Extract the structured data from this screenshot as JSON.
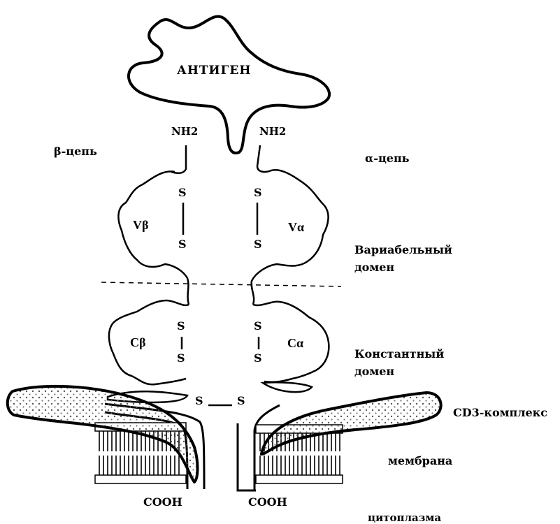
{
  "antigen": "АНТИГЕН",
  "nh2_left": "NH2",
  "nh2_right": "NH2",
  "beta_chain": "β-цепь",
  "alpha_chain": "α-цепь",
  "v_beta": "Vβ",
  "v_alpha": "Vα",
  "c_beta": "Cβ",
  "c_alpha": "Cα",
  "s_letter": "S",
  "variable_domain": [
    "Вариабельный",
    "домен"
  ],
  "constant_domain": [
    "Константный",
    "домен"
  ],
  "cd3_complex": "CD3-комплекс",
  "membrane": "мембрана",
  "cooh_left": "COOH",
  "cooh_right": "COOH",
  "cytoplasm": "цитоплазма"
}
